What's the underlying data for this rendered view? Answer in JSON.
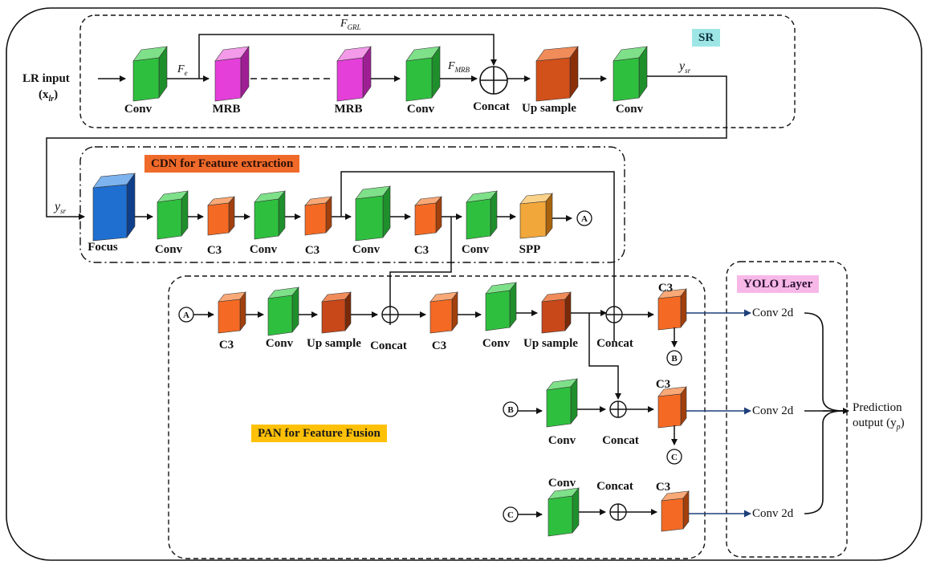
{
  "labels": {
    "lr_input_line1": "LR input",
    "lr_input_line2": "(x",
    "lr_input_sub": "lr",
    "f_grl": "F",
    "f_grl_sub": "GRL",
    "f_e": "F",
    "f_e_sub": "e",
    "f_mrb": "F",
    "f_mrb_sub": "MRB",
    "y_sr": "y",
    "y_sr_sub": "sr",
    "prediction_line1": "Prediction",
    "prediction_line2": "output (y",
    "prediction_sub": "p",
    "close_paren": ")"
  },
  "sections": {
    "sr": "SR",
    "cdn": "CDN for Feature extraction",
    "pan": "PAN for Feature Fusion",
    "yolo": "YOLO Layer"
  },
  "sr_blocks": {
    "conv1": "Conv",
    "mrb1": "MRB",
    "mrb2": "MRB",
    "conv2": "Conv",
    "concat": "Concat",
    "upsample": "Up sample",
    "conv3": "Conv"
  },
  "cdn_blocks": {
    "focus": "Focus",
    "conv1": "Conv",
    "c3_1": "C3",
    "conv2": "Conv",
    "c3_2": "C3",
    "conv3": "Conv",
    "c3_3": "C3",
    "conv4": "Conv",
    "spp": "SPP"
  },
  "pan_blocks": {
    "c3_1": "C3",
    "conv1": "Conv",
    "upsample1": "Up sample",
    "concat1": "Concat",
    "c3_2": "C3",
    "conv2": "Conv",
    "upsample2": "Up sample",
    "concat2": "Concat",
    "c3_3": "C3",
    "conv3": "Conv",
    "concat3": "Concat",
    "c3_4": "C3",
    "conv4": "Conv",
    "concat4": "Concat",
    "c3_5": "C3"
  },
  "yolo_blocks": {
    "conv2d_1": "Conv 2d",
    "conv2d_2": "Conv 2d",
    "conv2d_3": "Conv 2d"
  },
  "connectors": {
    "a": "A",
    "b": "B",
    "c": "C"
  },
  "colors": {
    "conv": "#2fbf3f",
    "mrb": "#e43fd8",
    "upsample_sr": "#d2501a",
    "focus": "#1f6fd0",
    "c3": "#f46a24",
    "spp": "#f2a73a",
    "upsample_pan": "#c8481a",
    "arrow_blue": "#1f3f7a"
  }
}
